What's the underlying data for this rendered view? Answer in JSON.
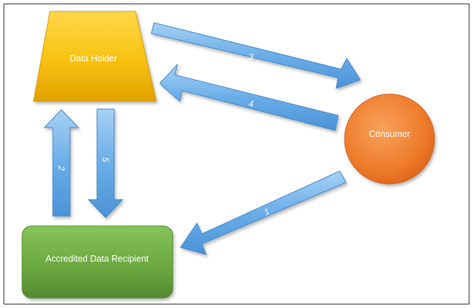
{
  "nodes": {
    "data_holder": {
      "label": "Data Holder",
      "color": "#f5b800"
    },
    "consumer": {
      "label": "Consumer",
      "color": "#ee7a2a"
    },
    "recipient": {
      "label": "Accredited Data Recipient",
      "color": "#6aa63e"
    }
  },
  "arrows": {
    "a1": {
      "label": "1"
    },
    "a2": {
      "label": "2"
    },
    "a3": {
      "label": "3"
    },
    "a4": {
      "label": "4"
    },
    "a5": {
      "label": "5"
    }
  },
  "colors": {
    "arrow_fill": "#6aaee8",
    "arrow_stroke": "#3f86cc"
  }
}
